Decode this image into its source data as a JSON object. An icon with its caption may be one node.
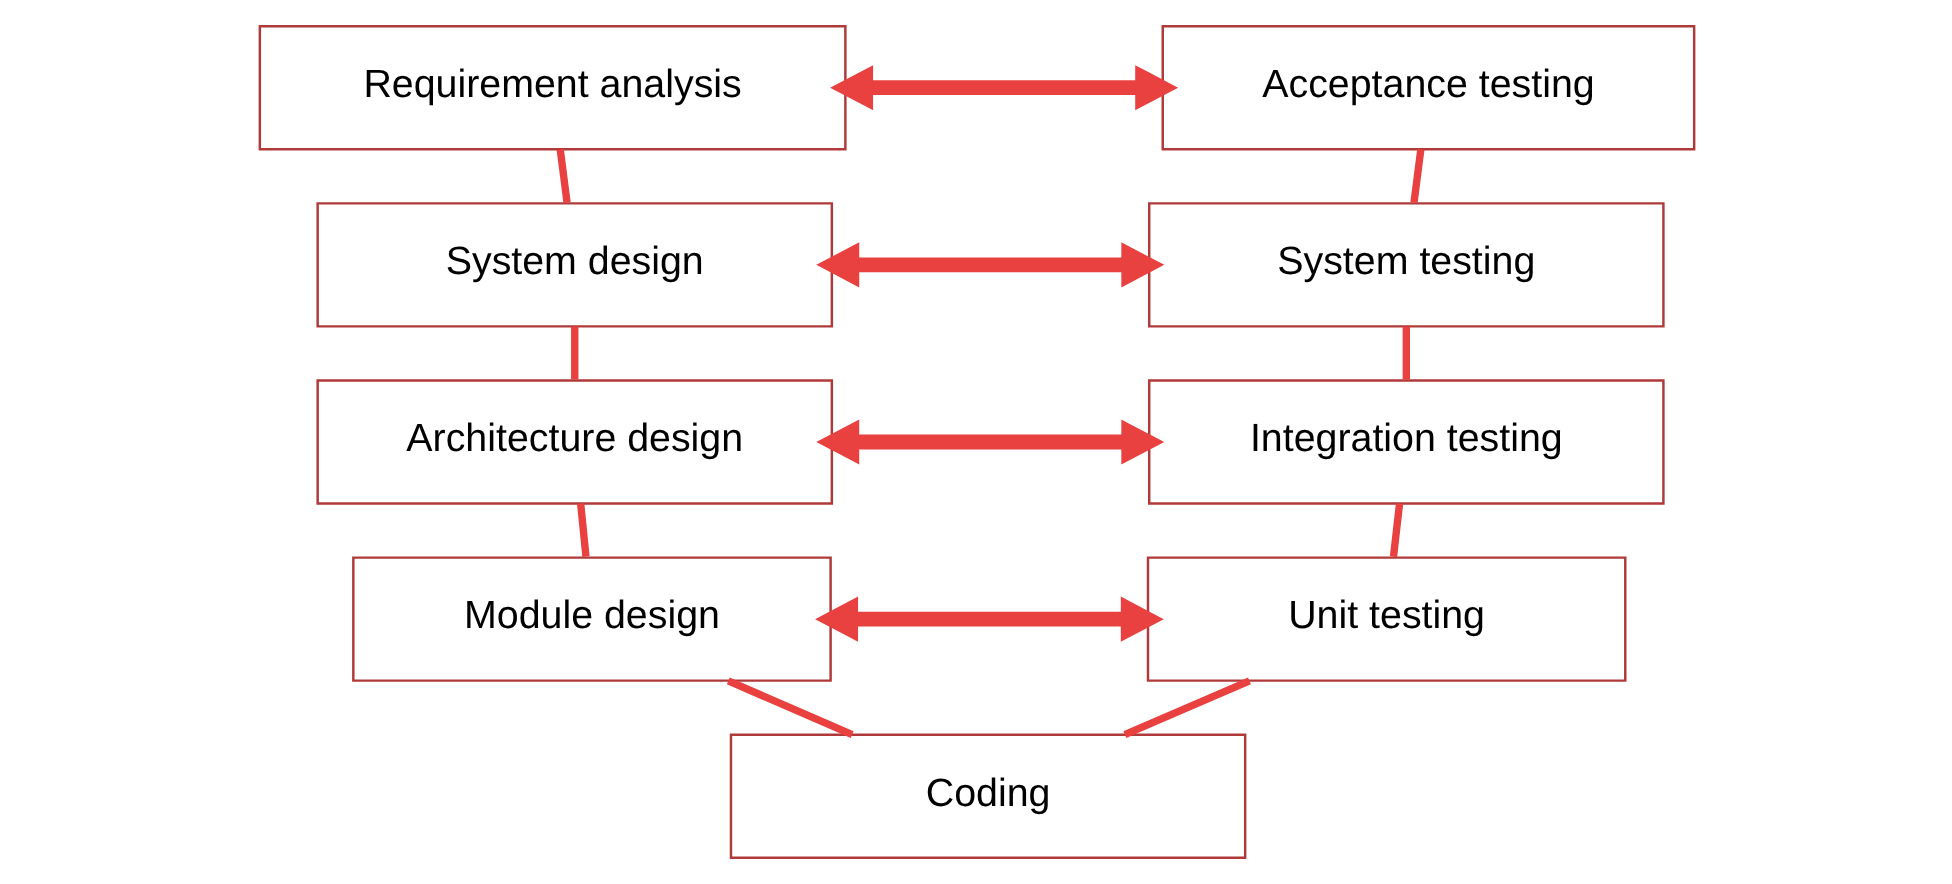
{
  "diagram": {
    "nodes": [
      {
        "text": [
          "Requirement analysis"
        ]
      },
      {
        "text": [
          "Acceptance testing"
        ]
      },
      {
        "text": [
          "System design"
        ]
      },
      {
        "text": [
          "System testing"
        ]
      },
      {
        "text": [
          "Architecture design"
        ]
      },
      {
        "text": [
          "Integration testing"
        ]
      },
      {
        "text": [
          "Module design"
        ]
      },
      {
        "text": [
          "Unit testing"
        ]
      },
      {
        "text": [
          "Coding"
        ]
      }
    ],
    "edges": [
      {
        "from": 0,
        "to": 1,
        "arrow": "both",
        "style": "thick"
      },
      {
        "from": 0,
        "to": 2,
        "arrow": "none"
      },
      {
        "from": 1,
        "to": 3,
        "arrow": "none"
      },
      {
        "from": 2,
        "to": 3,
        "arrow": "both",
        "style": "thick"
      },
      {
        "from": 2,
        "to": 4,
        "arrow": "none"
      },
      {
        "from": 3,
        "to": 5,
        "arrow": "none"
      },
      {
        "from": 4,
        "to": 5,
        "arrow": "both",
        "style": "thick"
      },
      {
        "from": 4,
        "to": 6,
        "arrow": "none"
      },
      {
        "from": 5,
        "to": 7,
        "arrow": "none"
      },
      {
        "from": 6,
        "to": 7,
        "arrow": "both",
        "style": "thick"
      },
      {
        "from": 6,
        "to": 8,
        "arrow": "none"
      },
      {
        "from": 7,
        "to": 8,
        "arrow": "none"
      }
    ]
  }
}
